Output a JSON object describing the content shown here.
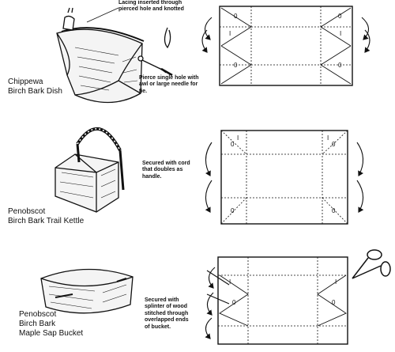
{
  "panels": [
    {
      "id": "dish",
      "title_lines": [
        "Chippewa",
        "Birch Bark Dish"
      ],
      "notes": [
        [
          "Lacing inserted through",
          "pierced hole and knotted"
        ],
        [
          "Pierce single hole with",
          "awl or large needle for",
          "tie."
        ]
      ]
    },
    {
      "id": "kettle",
      "title_lines": [
        "Penobscot",
        "Birch Bark Trail Kettle"
      ],
      "notes": [
        [
          "Secured with cord",
          "that doubles as",
          "handle."
        ]
      ]
    },
    {
      "id": "bucket",
      "title_lines": [
        "Penobscot",
        "Birch Bark",
        "Maple Sap Bucket"
      ],
      "notes": [
        [
          "Secured with",
          "splinter of wood",
          "stitched through",
          "overlapped ends",
          "of bucket."
        ]
      ]
    }
  ],
  "fold_marks": {
    "valley": "0",
    "mountain": "I"
  },
  "icons": [
    "scissors-icon"
  ]
}
